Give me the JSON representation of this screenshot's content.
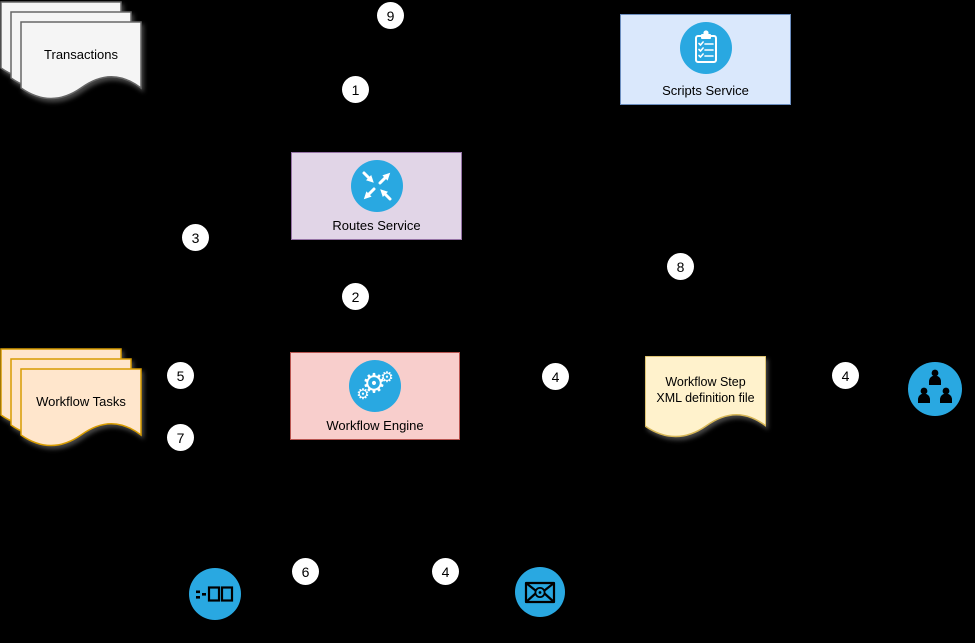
{
  "diagram": {
    "background": "#000000",
    "nodes": {
      "transactions": {
        "label": "Transactions",
        "shape": "stacked-documents",
        "fill": "#f5f5f5",
        "stroke": "#666666"
      },
      "scripts_service": {
        "label": "Scripts Service",
        "shape": "box",
        "fill": "#dae8fc",
        "stroke": "#6c8ebf",
        "icon": "clipboard-icon"
      },
      "routes_service": {
        "label": "Routes Service",
        "shape": "box",
        "fill": "#e1d5e7",
        "stroke": "#9673a6",
        "icon": "route-arrows-icon"
      },
      "workflow_engine": {
        "label": "Workflow Engine",
        "shape": "box",
        "fill": "#f8cecc",
        "stroke": "#b85450",
        "icon": "gears-icon"
      },
      "workflow_tasks": {
        "label": "Workflow Tasks",
        "shape": "stacked-documents",
        "fill": "#ffe6cc",
        "stroke": "#d79b00"
      },
      "workflow_step_xml": {
        "label_line1": "Workflow Step",
        "label_line2": "XML definition file",
        "shape": "document",
        "fill": "#fff2cc",
        "stroke": "#d6b656"
      },
      "team": {
        "icon": "team-icon"
      },
      "message_queue": {
        "icon": "message-queue-icon"
      },
      "email": {
        "icon": "email-icon"
      }
    },
    "step_badges": [
      {
        "label": "9"
      },
      {
        "label": "1"
      },
      {
        "label": "3"
      },
      {
        "label": "2"
      },
      {
        "label": "8"
      },
      {
        "label": "5"
      },
      {
        "label": "4"
      },
      {
        "label": "4"
      },
      {
        "label": "7"
      },
      {
        "label": "6"
      },
      {
        "label": "4"
      }
    ],
    "colors": {
      "icon_blue": "#29a8e1",
      "badge_fill": "#ffffff",
      "badge_text": "#000000"
    }
  }
}
